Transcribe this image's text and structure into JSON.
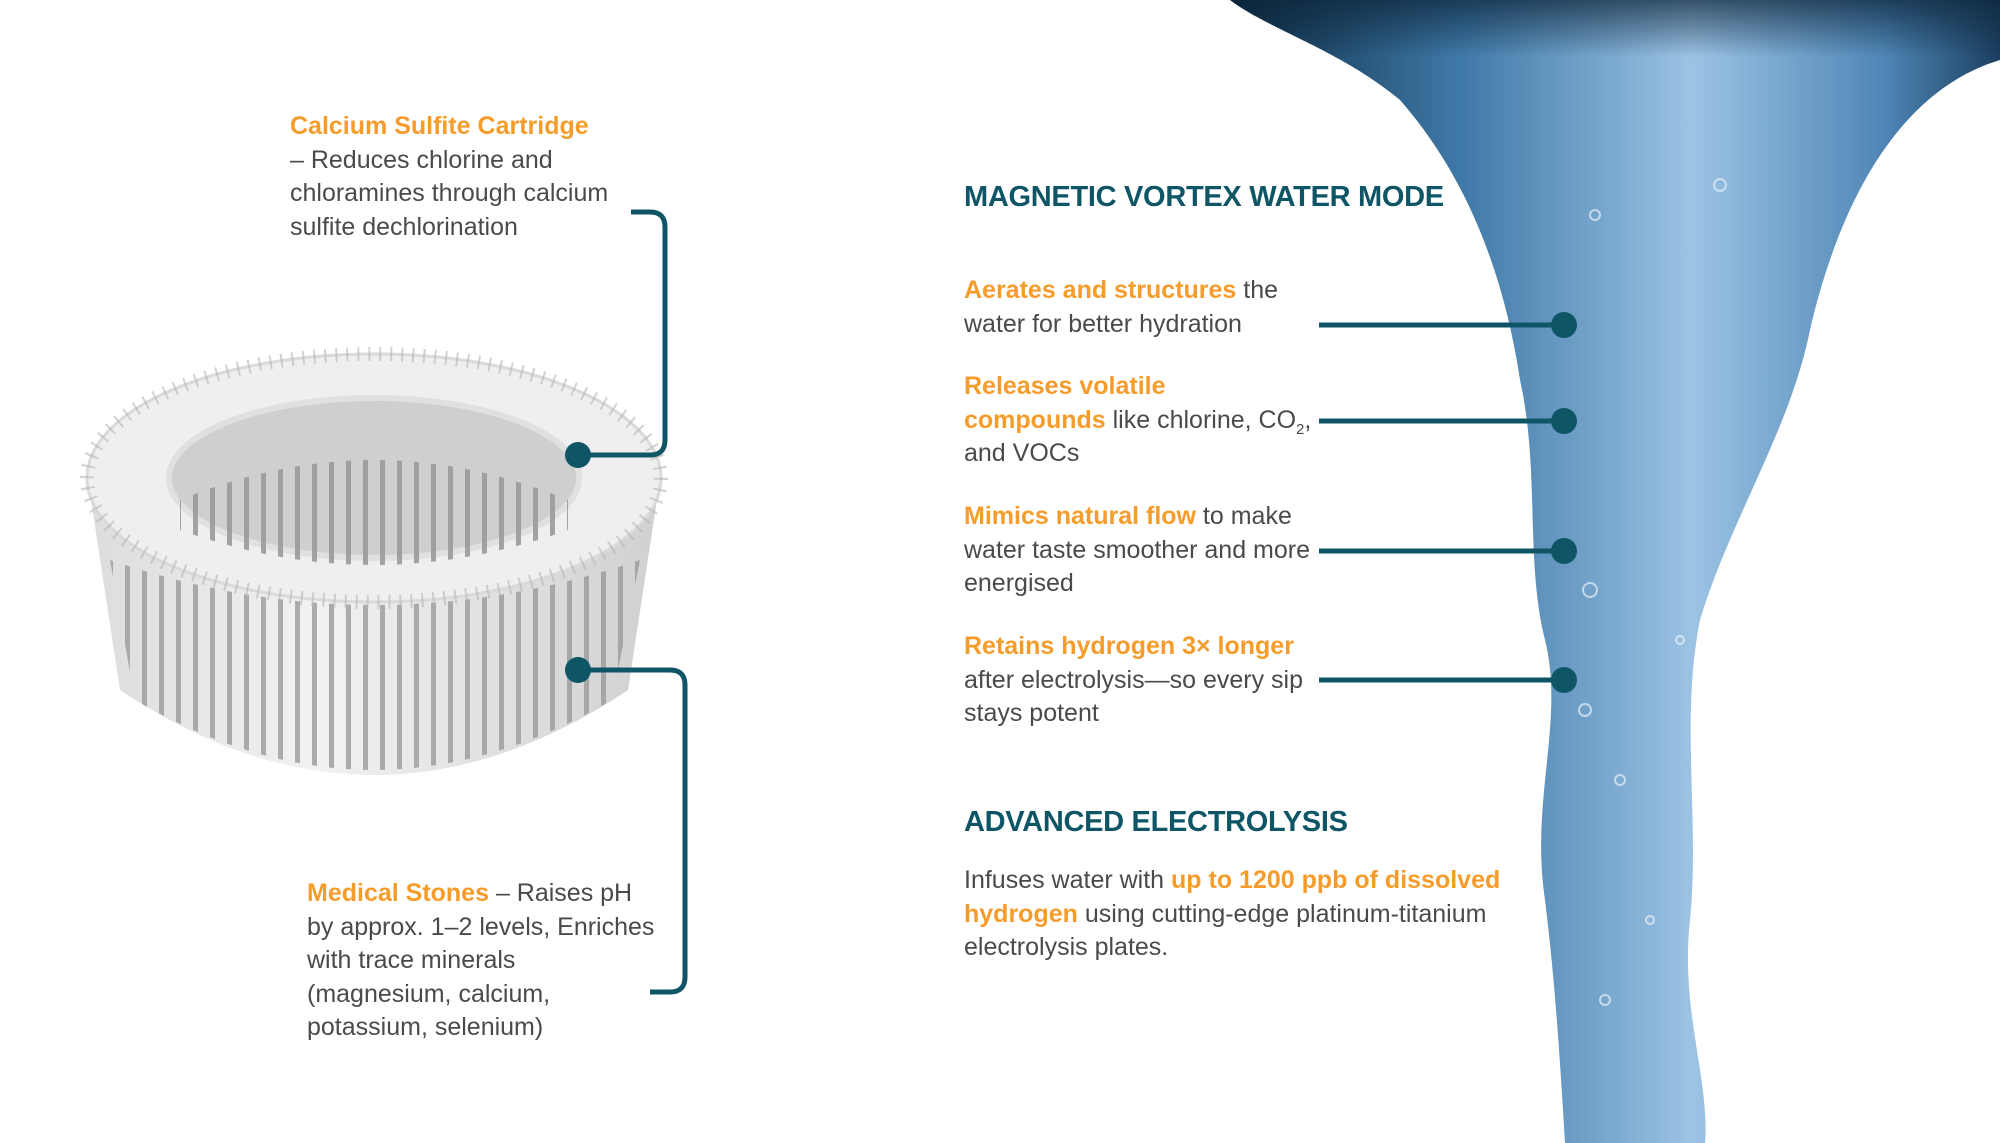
{
  "colors": {
    "accent": "#F69C2B",
    "teal": "#0E5566",
    "text": "#4a4a4a"
  },
  "cartridge": {
    "title": "Calcium Sulfite Cartridge",
    "desc": "– Reduces chlorine and chloramines through calcium sulfite dechlorination"
  },
  "stones": {
    "title": "Medical Stones",
    "desc": " – Raises pH by approx. 1–2 levels, Enriches with trace minerals (magnesium, calcium, potassium, selenium)"
  },
  "vortex": {
    "heading": "MAGNETIC VORTEX WATER MODE",
    "items": [
      {
        "highlight": "Aerates and structures",
        "rest": " the water for better hydration"
      },
      {
        "highlight": "Releases volatile compounds",
        "rest": " like chlorine, ",
        "co": "CO",
        "sub": "2",
        "tail": ", and VOCs"
      },
      {
        "highlight": "Mimics natural flow",
        "rest": " to make water taste smoother and more energised"
      },
      {
        "highlight": "Retains hydrogen 3× longer",
        "rest": " after electrolysis—so every sip stays potent"
      }
    ]
  },
  "electrolysis": {
    "heading": "ADVANCED ELECTROLYSIS",
    "pre": "Infuses water with ",
    "highlight": "up to 1200 ppb of dissolved hydrogen",
    "post": " using cutting-edge platinum-titanium electrolysis plates."
  }
}
